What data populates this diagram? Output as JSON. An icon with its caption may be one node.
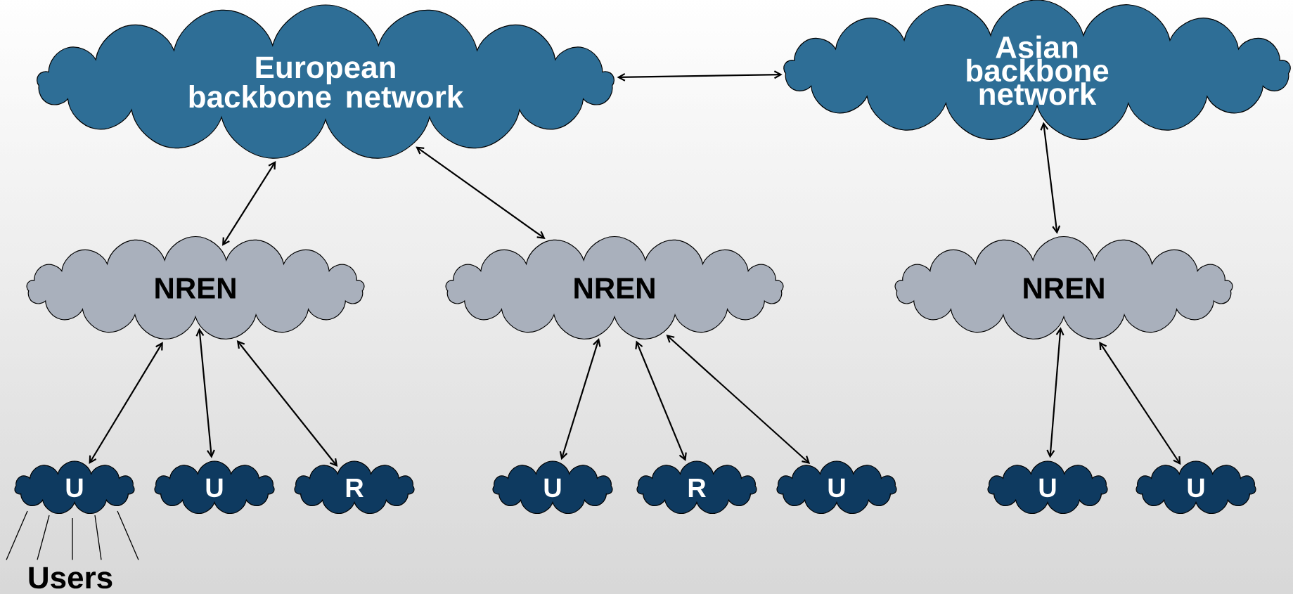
{
  "diagram": {
    "nodes": [
      {
        "text": [
          "European backbone network"
        ]
      },
      {
        "text": [
          "Asian backbone network"
        ]
      },
      {
        "text": [
          "NREN"
        ]
      },
      {
        "text": [
          "NREN"
        ]
      },
      {
        "text": [
          "NREN"
        ]
      },
      {
        "text": [
          "U"
        ]
      },
      {
        "text": [
          "U"
        ]
      },
      {
        "text": [
          "R"
        ]
      },
      {
        "text": [
          "U"
        ]
      },
      {
        "text": [
          "R"
        ]
      },
      {
        "text": [
          "U"
        ]
      },
      {
        "text": [
          "U"
        ]
      },
      {
        "text": [
          "U"
        ]
      },
      {
        "text": [
          "Users"
        ]
      }
    ],
    "edges": [
      {
        "from": 0,
        "to": 1,
        "arrow": "both"
      },
      {
        "from": 0,
        "to": 2,
        "arrow": "both"
      },
      {
        "from": 0,
        "to": 3,
        "arrow": "both"
      },
      {
        "from": 1,
        "to": 4,
        "arrow": "both"
      },
      {
        "from": 2,
        "to": 5,
        "arrow": "both"
      },
      {
        "from": 2,
        "to": 6,
        "arrow": "both"
      },
      {
        "from": 2,
        "to": 7,
        "arrow": "both"
      },
      {
        "from": 3,
        "to": 8,
        "arrow": "both"
      },
      {
        "from": 3,
        "to": 9,
        "arrow": "both"
      },
      {
        "from": 3,
        "to": 10,
        "arrow": "both"
      },
      {
        "from": 4,
        "to": 11,
        "arrow": "both"
      },
      {
        "from": 4,
        "to": 12,
        "arrow": "both"
      },
      {
        "from": 5,
        "to": 13,
        "arrow": "none"
      },
      {
        "from": 5,
        "to": 13,
        "arrow": "none"
      },
      {
        "from": 5,
        "to": 13,
        "arrow": "none"
      },
      {
        "from": 5,
        "to": 13,
        "arrow": "none"
      },
      {
        "from": 5,
        "to": 13,
        "arrow": "none"
      }
    ]
  }
}
